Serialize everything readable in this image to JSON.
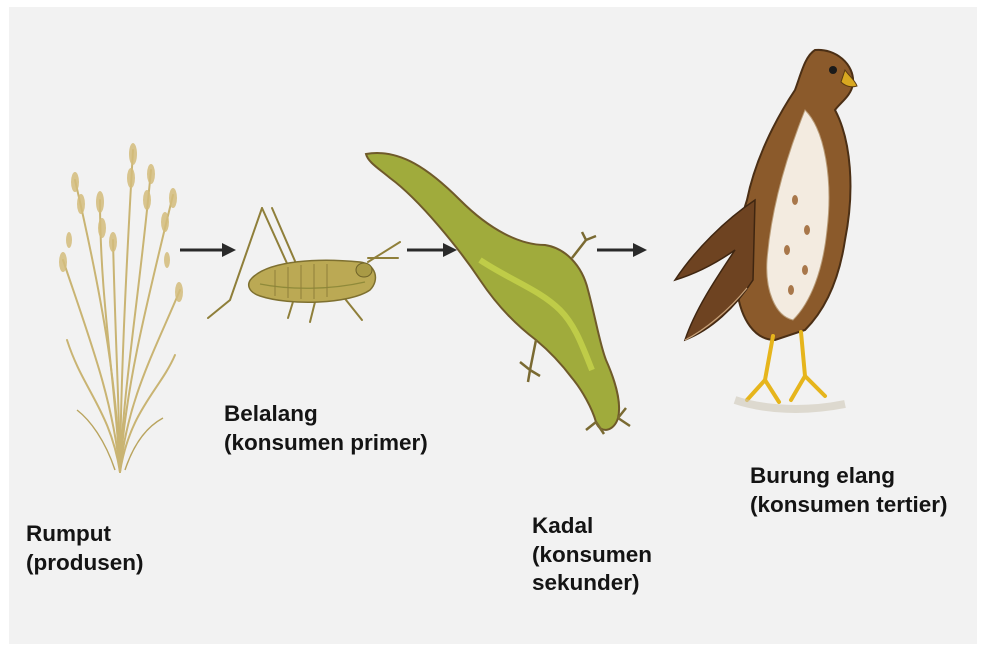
{
  "organisms": [
    {
      "id": "rumput",
      "name": "Rumput",
      "role": "(produsen)",
      "icon": "grass-icon"
    },
    {
      "id": "belalang",
      "name": "Belalang",
      "role": "(konsumen primer)",
      "icon": "grasshopper-icon"
    },
    {
      "id": "kadal",
      "name": "Kadal",
      "role_line1": "(konsumen",
      "role_line2": "sekunder)",
      "icon": "lizard-icon"
    },
    {
      "id": "burung_elang",
      "name": "Burung elang",
      "role": "(konsumen tertier)",
      "icon": "hawk-icon"
    }
  ],
  "arrows": [
    {
      "from": "rumput",
      "to": "belalang"
    },
    {
      "from": "belalang",
      "to": "kadal"
    },
    {
      "from": "kadal",
      "to": "burung_elang"
    }
  ],
  "colors": {
    "background": "#f2f2f2",
    "text": "#141414",
    "arrow": "#2a2a2a",
    "grass": "#c9b473",
    "grasshopper": "#b8a74a",
    "lizard": "#9aa838",
    "hawk": "#8b5a2b"
  }
}
